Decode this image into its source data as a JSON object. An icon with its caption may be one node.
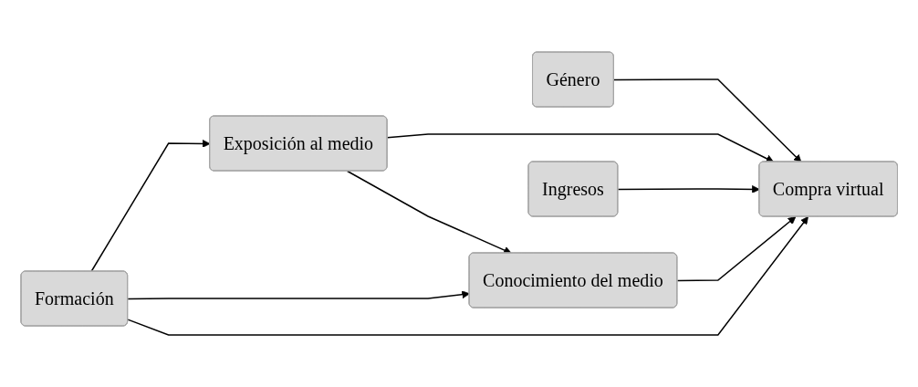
{
  "diagram": {
    "nodes": [
      {
        "text": [
          "Género"
        ]
      },
      {
        "text": [
          "Ingresos"
        ]
      },
      {
        "text": [
          "Formación"
        ]
      },
      {
        "text": [
          "Exposición al medio"
        ]
      },
      {
        "text": [
          "Conocimiento del medio"
        ]
      },
      {
        "text": [
          "Compra virtual"
        ]
      }
    ],
    "edges": [
      {
        "from": 0,
        "to": 5,
        "arrow": "to"
      },
      {
        "from": 3,
        "to": 5,
        "arrow": "to"
      },
      {
        "from": 1,
        "to": 5,
        "arrow": "to"
      },
      {
        "from": 3,
        "to": 4,
        "arrow": "to"
      },
      {
        "from": 4,
        "to": 5,
        "arrow": "to"
      },
      {
        "from": 2,
        "to": 3,
        "arrow": "to"
      },
      {
        "from": 2,
        "to": 4,
        "arrow": "to"
      },
      {
        "from": 2,
        "to": 5,
        "arrow": "to"
      }
    ]
  }
}
